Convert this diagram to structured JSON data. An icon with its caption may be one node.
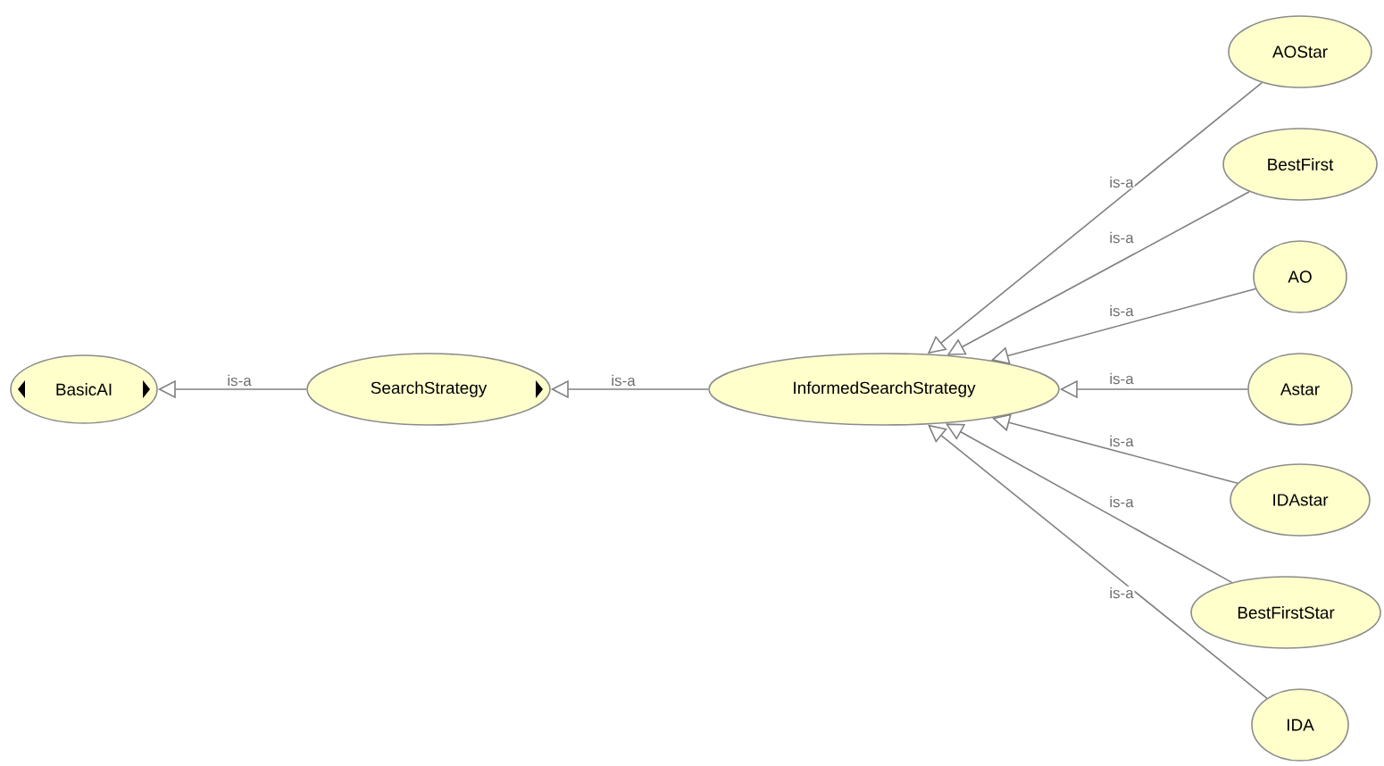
{
  "diagram": {
    "nodes": [
      {
        "text": [
          "BasicAI"
        ]
      },
      {
        "text": [
          "SearchStrategy"
        ]
      },
      {
        "text": [
          "InformedSearchStrategy"
        ]
      },
      {
        "text": [
          "AOStar"
        ]
      },
      {
        "text": [
          "BestFirst"
        ]
      },
      {
        "text": [
          "AO"
        ]
      },
      {
        "text": [
          "Astar"
        ]
      },
      {
        "text": [
          "IDAstar"
        ]
      },
      {
        "text": [
          "BestFirstStar"
        ]
      },
      {
        "text": [
          "IDA"
        ]
      }
    ],
    "edges": [
      {
        "from": 1,
        "to": 0,
        "arrow": "to",
        "label": "is-a"
      },
      {
        "from": 2,
        "to": 1,
        "arrow": "to",
        "label": "is-a"
      },
      {
        "from": 3,
        "to": 2,
        "arrow": "to",
        "label": "is-a"
      },
      {
        "from": 4,
        "to": 2,
        "arrow": "to",
        "label": "is-a"
      },
      {
        "from": 5,
        "to": 2,
        "arrow": "to",
        "label": "is-a"
      },
      {
        "from": 6,
        "to": 2,
        "arrow": "to",
        "label": "is-a"
      },
      {
        "from": 7,
        "to": 2,
        "arrow": "to",
        "label": "is-a"
      },
      {
        "from": 8,
        "to": 2,
        "arrow": "to",
        "label": "is-a"
      },
      {
        "from": 9,
        "to": 2,
        "arrow": "to",
        "label": "is-a"
      }
    ]
  }
}
